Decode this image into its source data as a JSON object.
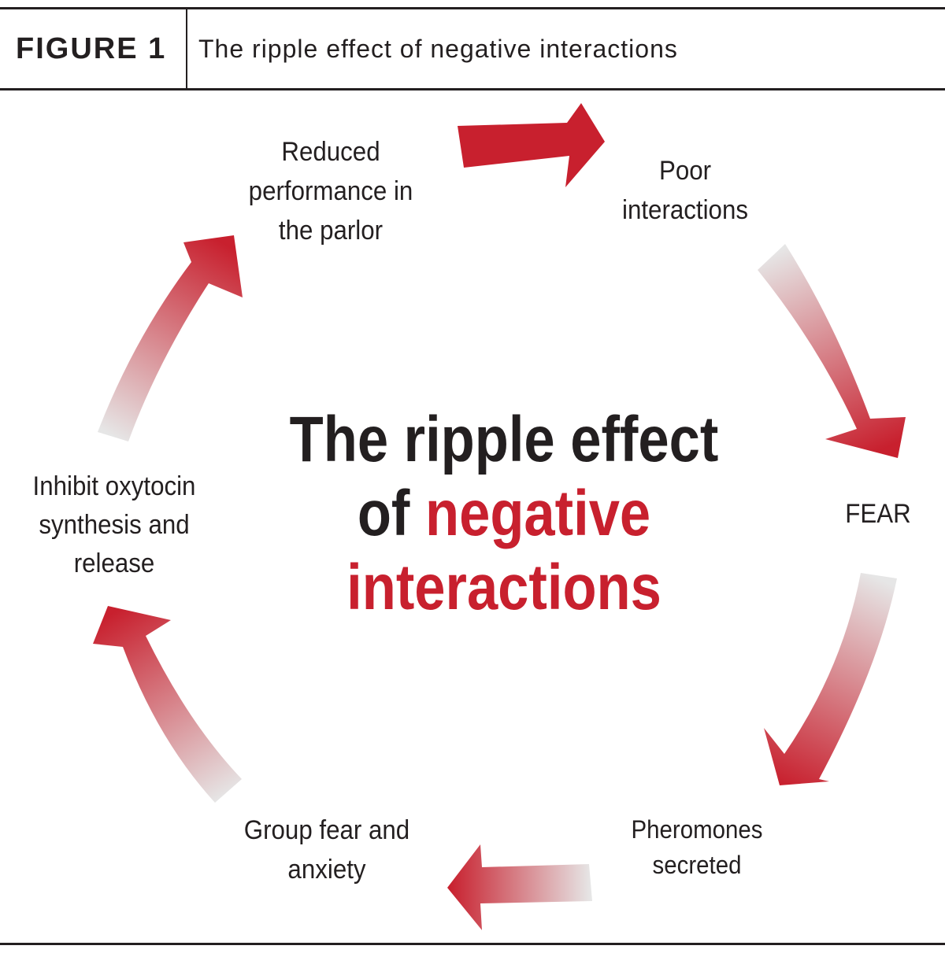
{
  "header": {
    "figure_label": "FIGURE 1",
    "caption": "The ripple effect of negative interactions"
  },
  "center": {
    "line1": "The ripple effect",
    "line2_prefix": "of",
    "line2_highlight": "negative",
    "line3_highlight": "interactions"
  },
  "cycle": {
    "nodes": [
      "Reduced\nperformance in\nthe parlor",
      "Poor\ninteractions",
      "FEAR",
      "Pheromones\nsecreted",
      "Group fear and\nanxiety",
      "Inhibit oxytocin\nsynthesis and\nrelease"
    ]
  },
  "colors": {
    "accent": "#c8202e",
    "arrow_fade": "#e6e6e6",
    "text": "#231f20"
  }
}
